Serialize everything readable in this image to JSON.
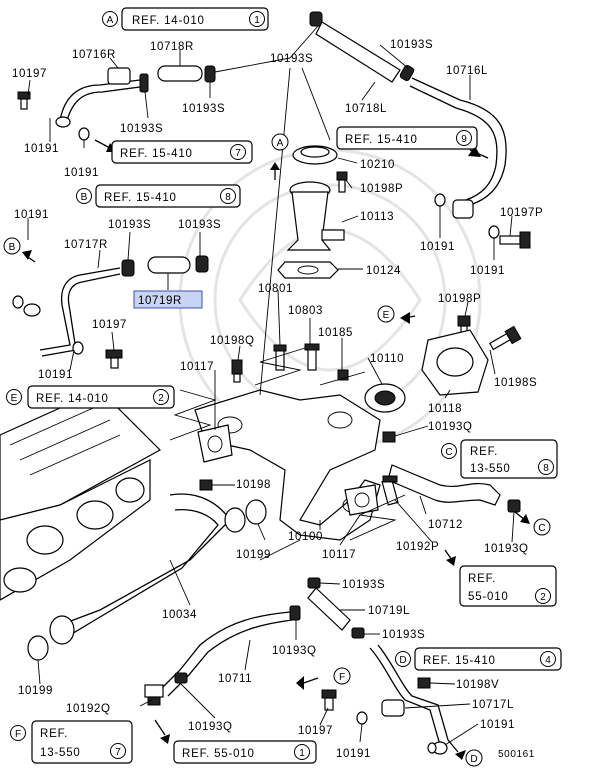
{
  "diagram_id": "500161",
  "labels": {
    "p10197_a": "10197",
    "p10716R": "10716R",
    "p10718R": "10718R",
    "p10193S_a": "10193S",
    "p10193S_b": "10193S",
    "p10193S_c": "10193S",
    "p10191_a": "10191",
    "p10191_b": "10191",
    "p10193S_d": "10193S",
    "p10718L": "10718L",
    "p10716L": "10716L",
    "p10210": "10210",
    "p10198P_a": "10198P",
    "p10113": "10113",
    "p10191_c": "10191",
    "p10197P": "10197P",
    "p10191_d": "10191",
    "p10124": "10124",
    "p10191_e": "10191",
    "p10193S_e": "10193S",
    "p10193S_f": "10193S",
    "p10717R": "10717R",
    "p10719R": "10719R",
    "p10197_b": "10197",
    "p10191_f": "10191",
    "p10801": "10801",
    "p10803": "10803",
    "p10198Q_a": "10198Q",
    "p10185": "10185",
    "p10198P_b": "10198P",
    "p10198S": "10198S",
    "p10117_a": "10117",
    "p10110": "10110",
    "p10118": "10118",
    "p10193Q_a": "10193Q",
    "p10198": "10198",
    "p10199_a": "10199",
    "p10100": "10100",
    "p10117_b": "10117",
    "p10712": "10712",
    "p10192P": "10192P",
    "p10193Q_b": "10193Q",
    "p10034": "10034",
    "p10193S_g": "10193S",
    "p10719L": "10719L",
    "p10193S_h": "10193S",
    "p10711": "10711",
    "p10193Q_c": "10193Q",
    "p10199_b": "10199",
    "p10192Q": "10192Q",
    "p10193Q_d": "10193Q",
    "p10198V": "10198V",
    "p10717L": "10717L",
    "p10197_c": "10197",
    "p10191_g": "10191",
    "p10191_h": "10191"
  },
  "refs": {
    "r1": {
      "letter": "A",
      "text": "REF. 14-010",
      "num": "1"
    },
    "r2": {
      "letter": "",
      "text": "REF. 15-410",
      "num": "7"
    },
    "r3": {
      "letter": "B",
      "text": "REF. 15-410",
      "num": "8"
    },
    "r4": {
      "letter": "",
      "text": "REF. 15-410",
      "num": "9"
    },
    "r5": {
      "letter": "E",
      "text": "REF. 14-010",
      "num": "2"
    },
    "r6": {
      "letter": "C",
      "text": "REF.",
      "text2": "13-550",
      "num": "8"
    },
    "r7": {
      "letter": "",
      "text": "REF.",
      "text2": "55-010",
      "num": "2"
    },
    "r8": {
      "letter": "D",
      "text": "REF. 15-410",
      "num": "4"
    },
    "r9": {
      "letter": "F",
      "text": "REF.",
      "text2": "13-550",
      "num": "7"
    },
    "r10": {
      "letter": "",
      "text": "REF. 55-010",
      "num": "1"
    }
  },
  "markers": {
    "A": "A",
    "B": "B",
    "C": "C",
    "D": "D",
    "E": "E",
    "F": "F"
  }
}
